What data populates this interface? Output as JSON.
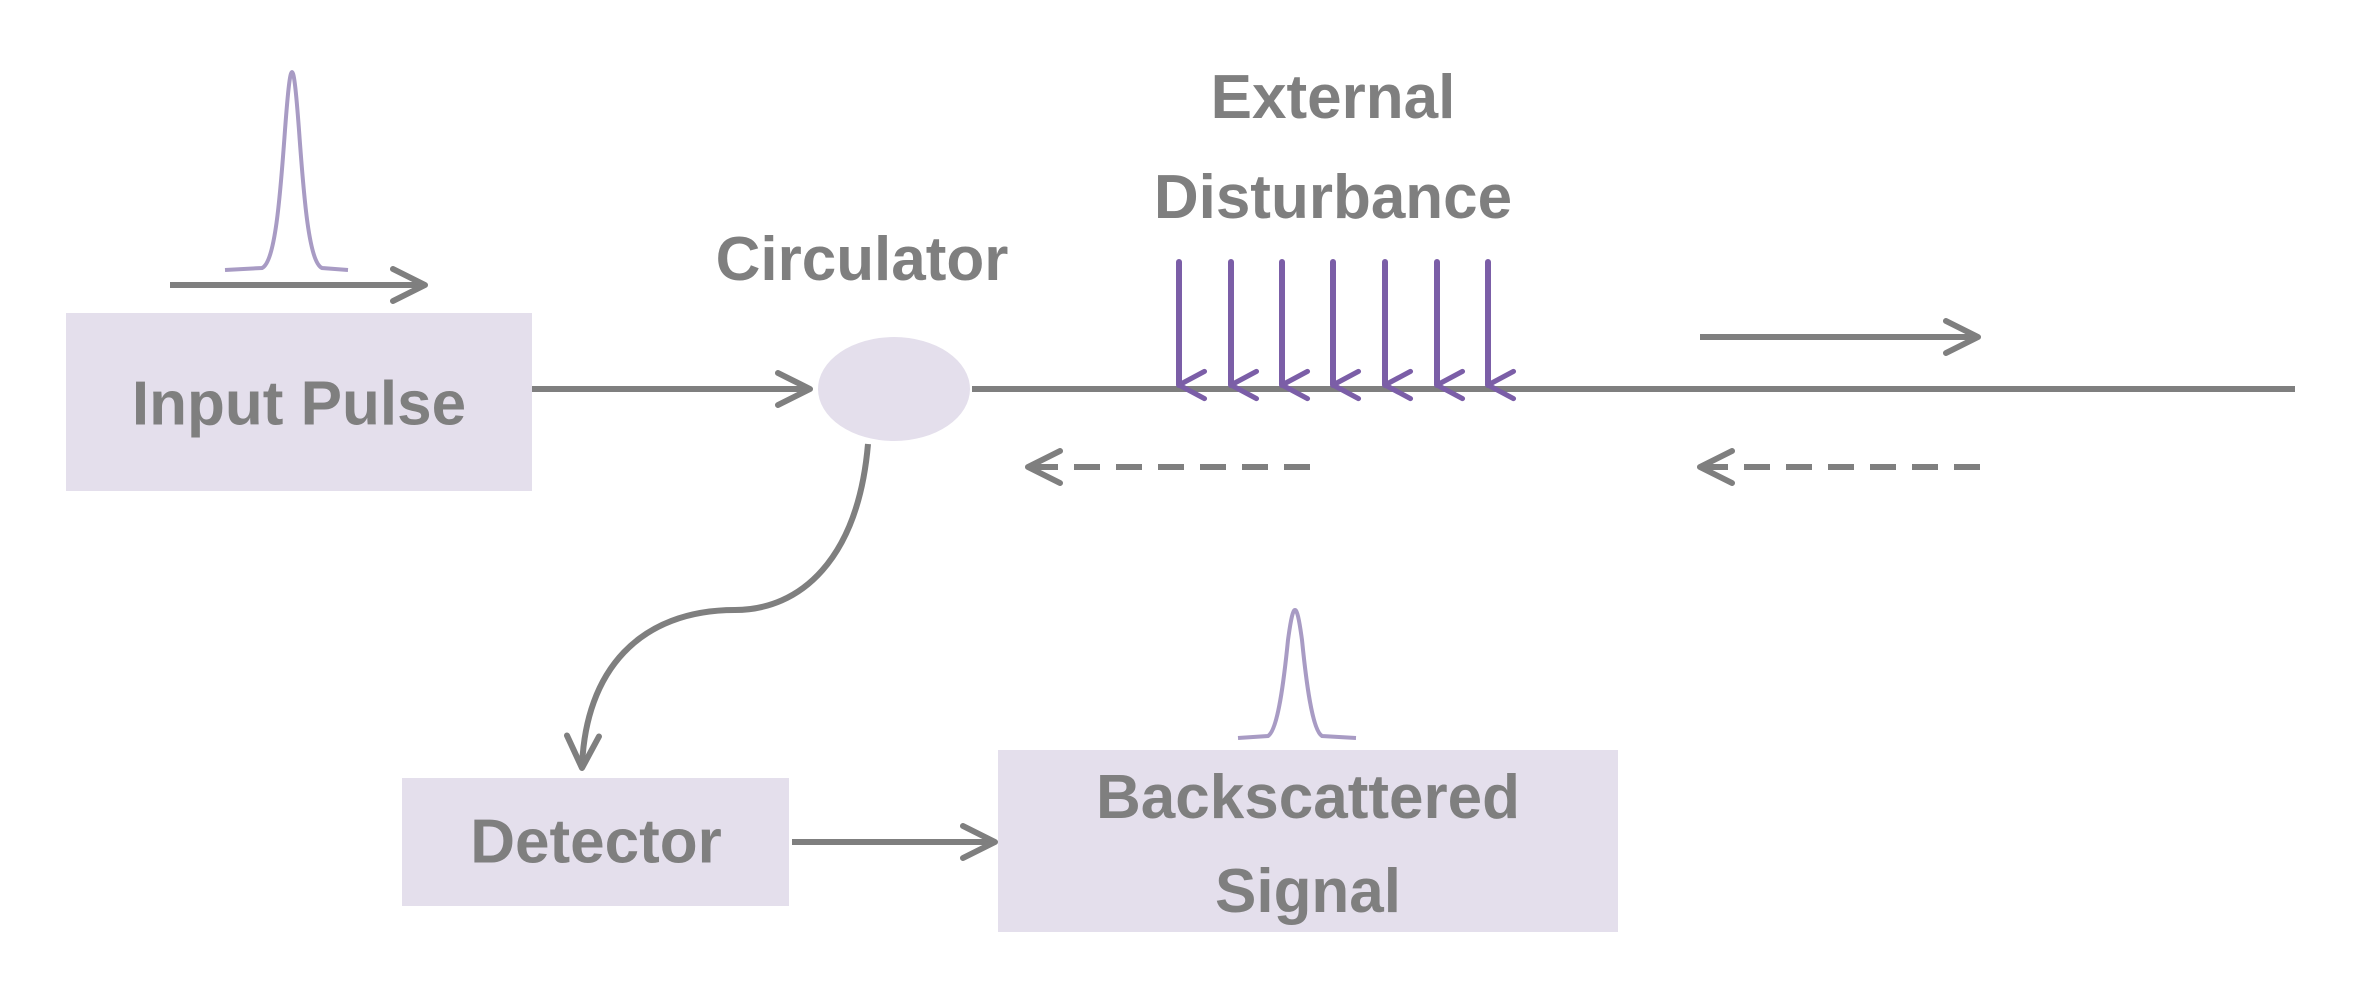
{
  "labels": {
    "input_pulse": "Input Pulse",
    "circulator": "Circulator",
    "external_line1": "External",
    "external_line2": "Disturbance",
    "detector": "Detector",
    "backscattered_line1": "Backscattered",
    "backscattered_line2": "Signal"
  },
  "colors": {
    "box_fill": "#e4dfec",
    "line": "#7f7f7f",
    "text": "#7f7f7f",
    "disturbance_arrow": "#7b5ea7",
    "pulse_curve": "#a89bc4"
  },
  "icons": {
    "pulse": "gaussian-pulse-icon",
    "disturbance": "downward-arrow-icon"
  }
}
